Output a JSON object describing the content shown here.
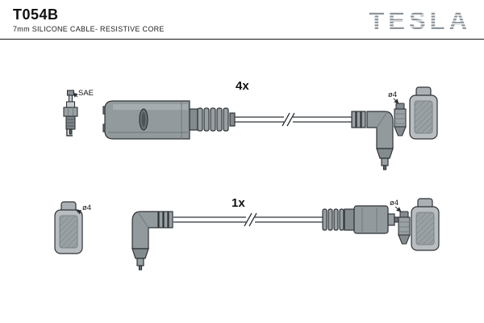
{
  "header": {
    "part_number": "T054B",
    "subtitle": "7mm SILICONE CABLE- RESISTIVE CORE",
    "brand": "TESLA"
  },
  "diagram": {
    "top_assembly": {
      "quantity": "4x",
      "plug_label": "SAE",
      "terminal_diameter": "ø4"
    },
    "bottom_assembly": {
      "quantity": "1x",
      "terminal_diameter_left": "ø4",
      "terminal_diameter_right": "ø4"
    }
  },
  "colors": {
    "line": "#2e3337",
    "fill_mid": "#929a9e",
    "fill_dark": "#848b8f",
    "fill_light": "#b7bdc0",
    "logo": "#8d959b",
    "background": "#ffffff"
  }
}
